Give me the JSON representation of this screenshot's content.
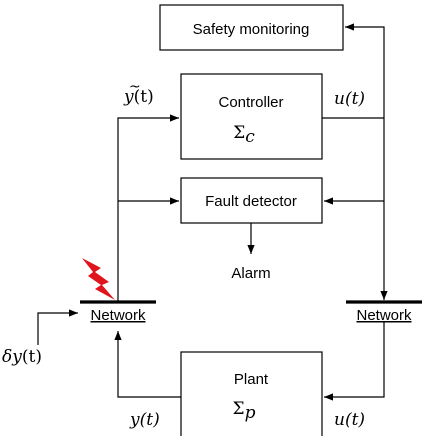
{
  "blocks": {
    "safety": {
      "label": "Safety monitoring"
    },
    "controller": {
      "label": "Controller",
      "symbol": "Σ",
      "subscript": "c"
    },
    "fault": {
      "label": "Fault detector"
    },
    "plant": {
      "label": "Plant",
      "symbol": "Σ",
      "subscript": "p"
    }
  },
  "signals": {
    "y_tilde": {
      "name": "y",
      "accent": "~",
      "arg": "(t)"
    },
    "u_top": "u(t)",
    "u_bottom": "u(t)",
    "y": "y(t)",
    "delta_y": {
      "prefix": "δ",
      "name": "y",
      "arg": "(t)"
    }
  },
  "alarm": "Alarm",
  "networks": {
    "left": "Network",
    "right": "Network"
  },
  "colors": {
    "attack": "#e0141c",
    "stroke": "#000000"
  },
  "icons": {
    "attack": "lightning-bolt-icon"
  }
}
